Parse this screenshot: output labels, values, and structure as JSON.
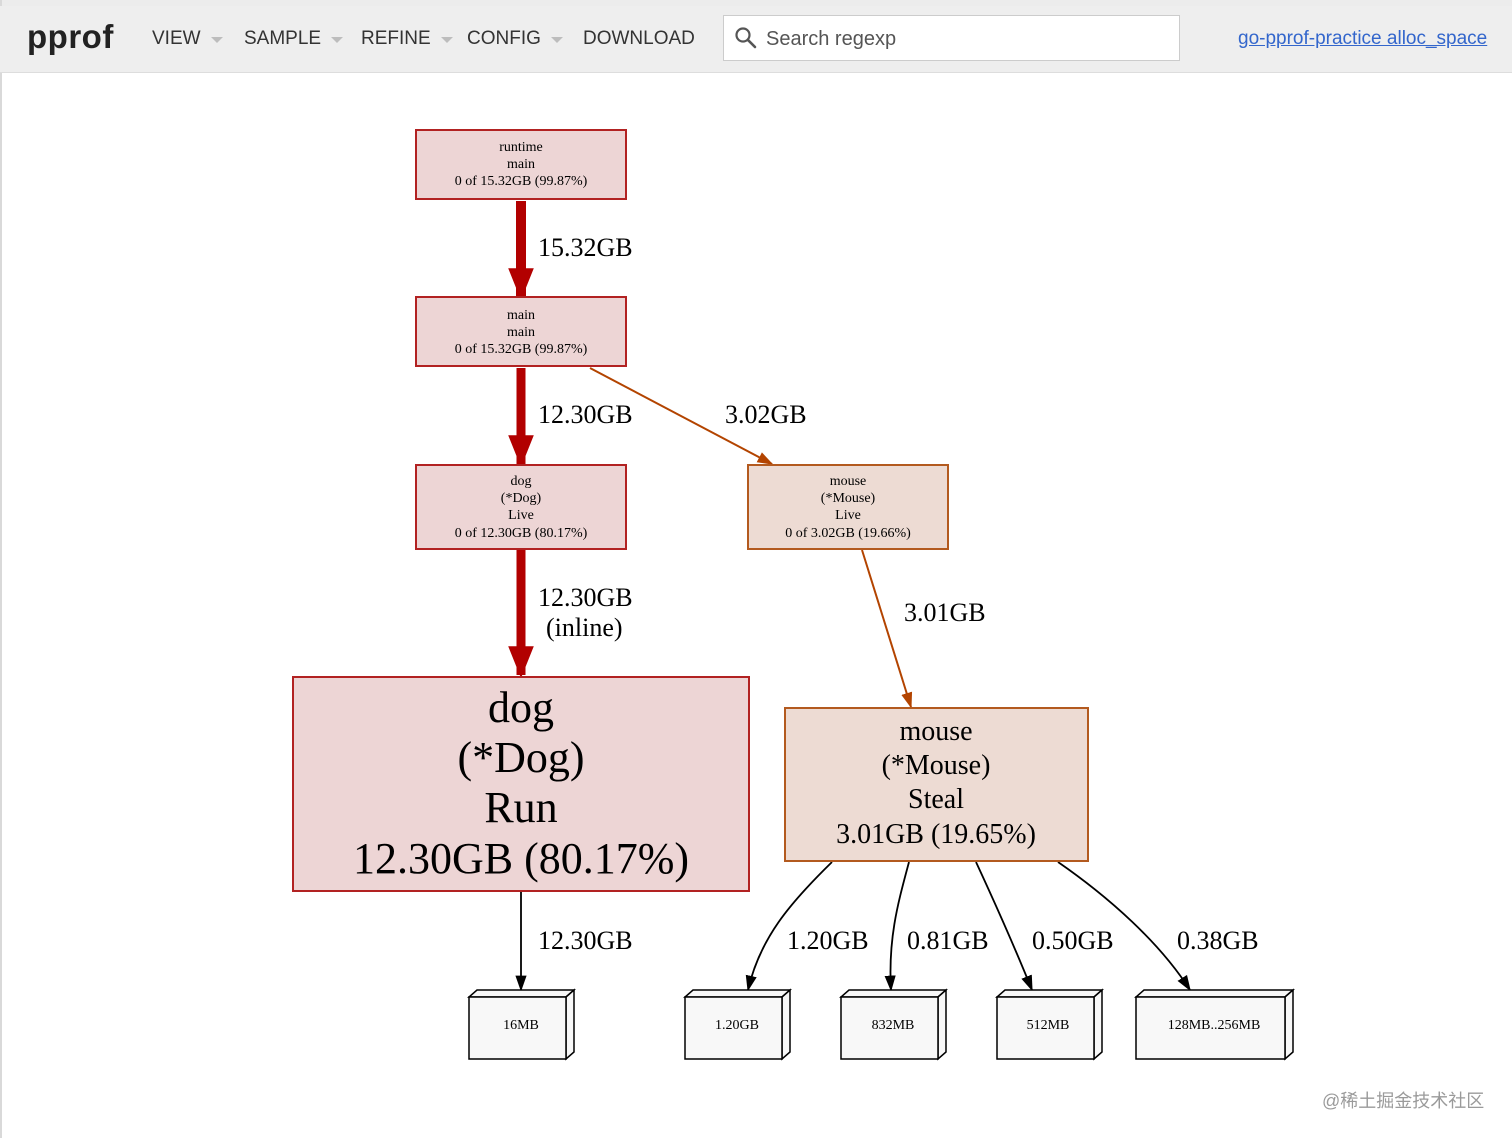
{
  "brand": "pprof",
  "menu": [
    {
      "label": "VIEW",
      "has_caret": true
    },
    {
      "label": "SAMPLE",
      "has_caret": true
    },
    {
      "label": "REFINE",
      "has_caret": true
    },
    {
      "label": "CONFIG",
      "has_caret": true
    },
    {
      "label": "DOWNLOAD",
      "has_caret": false
    }
  ],
  "search": {
    "placeholder": "Search regexp",
    "value": ""
  },
  "profile_link": "go-pprof-practice alloc_space",
  "watermark": "@稀土掘金技术社区",
  "colors": {
    "hot_fill": "#edd5d5",
    "hot_stroke": "#b22222",
    "hot_edge": "#b20000",
    "warm_fill": "#eddbd3",
    "warm_stroke": "#b35a1f",
    "warm_edge": "#b34400",
    "leaf_fill": "#f8f8f8",
    "leaf_stroke": "#000000"
  },
  "graph": {
    "nodes": [
      {
        "id": "runtime_main",
        "lines": [
          "runtime",
          "main",
          "0 of 15.32GB (99.87%)"
        ]
      },
      {
        "id": "main_main",
        "lines": [
          "main",
          "main",
          "0 of 15.32GB (99.87%)"
        ]
      },
      {
        "id": "dog_live",
        "lines": [
          "dog",
          "(*Dog)",
          "Live",
          "0 of 12.30GB (80.17%)"
        ]
      },
      {
        "id": "mouse_live",
        "lines": [
          "mouse",
          "(*Mouse)",
          "Live",
          "0 of 3.02GB (19.66%)"
        ]
      },
      {
        "id": "dog_run",
        "lines": [
          "dog",
          "(*Dog)",
          "Run",
          "12.30GB (80.17%)"
        ]
      },
      {
        "id": "mouse_steal",
        "lines": [
          "mouse",
          "(*Mouse)",
          "Steal",
          "3.01GB (19.65%)"
        ]
      },
      {
        "id": "leaf_16mb",
        "lines": [
          "16MB"
        ]
      },
      {
        "id": "leaf_120gb",
        "lines": [
          "1.20GB"
        ]
      },
      {
        "id": "leaf_832mb",
        "lines": [
          "832MB"
        ]
      },
      {
        "id": "leaf_512mb",
        "lines": [
          "512MB"
        ]
      },
      {
        "id": "leaf_128mb",
        "lines": [
          "128MB..256MB"
        ]
      }
    ],
    "edges": [
      {
        "from": "runtime_main",
        "to": "main_main",
        "label": [
          "15.32GB"
        ]
      },
      {
        "from": "main_main",
        "to": "dog_live",
        "label": [
          "12.30GB"
        ]
      },
      {
        "from": "main_main",
        "to": "mouse_live",
        "label": [
          "3.02GB"
        ]
      },
      {
        "from": "dog_live",
        "to": "dog_run",
        "label": [
          "12.30GB",
          "(inline)"
        ]
      },
      {
        "from": "mouse_live",
        "to": "mouse_steal",
        "label": [
          "3.01GB"
        ]
      },
      {
        "from": "dog_run",
        "to": "leaf_16mb",
        "label": [
          "12.30GB"
        ]
      },
      {
        "from": "mouse_steal",
        "to": "leaf_120gb",
        "label": [
          "1.20GB"
        ]
      },
      {
        "from": "mouse_steal",
        "to": "leaf_832mb",
        "label": [
          "0.81GB"
        ]
      },
      {
        "from": "mouse_steal",
        "to": "leaf_512mb",
        "label": [
          "0.50GB"
        ]
      },
      {
        "from": "mouse_steal",
        "to": "leaf_128mb",
        "label": [
          "0.38GB"
        ]
      }
    ]
  }
}
